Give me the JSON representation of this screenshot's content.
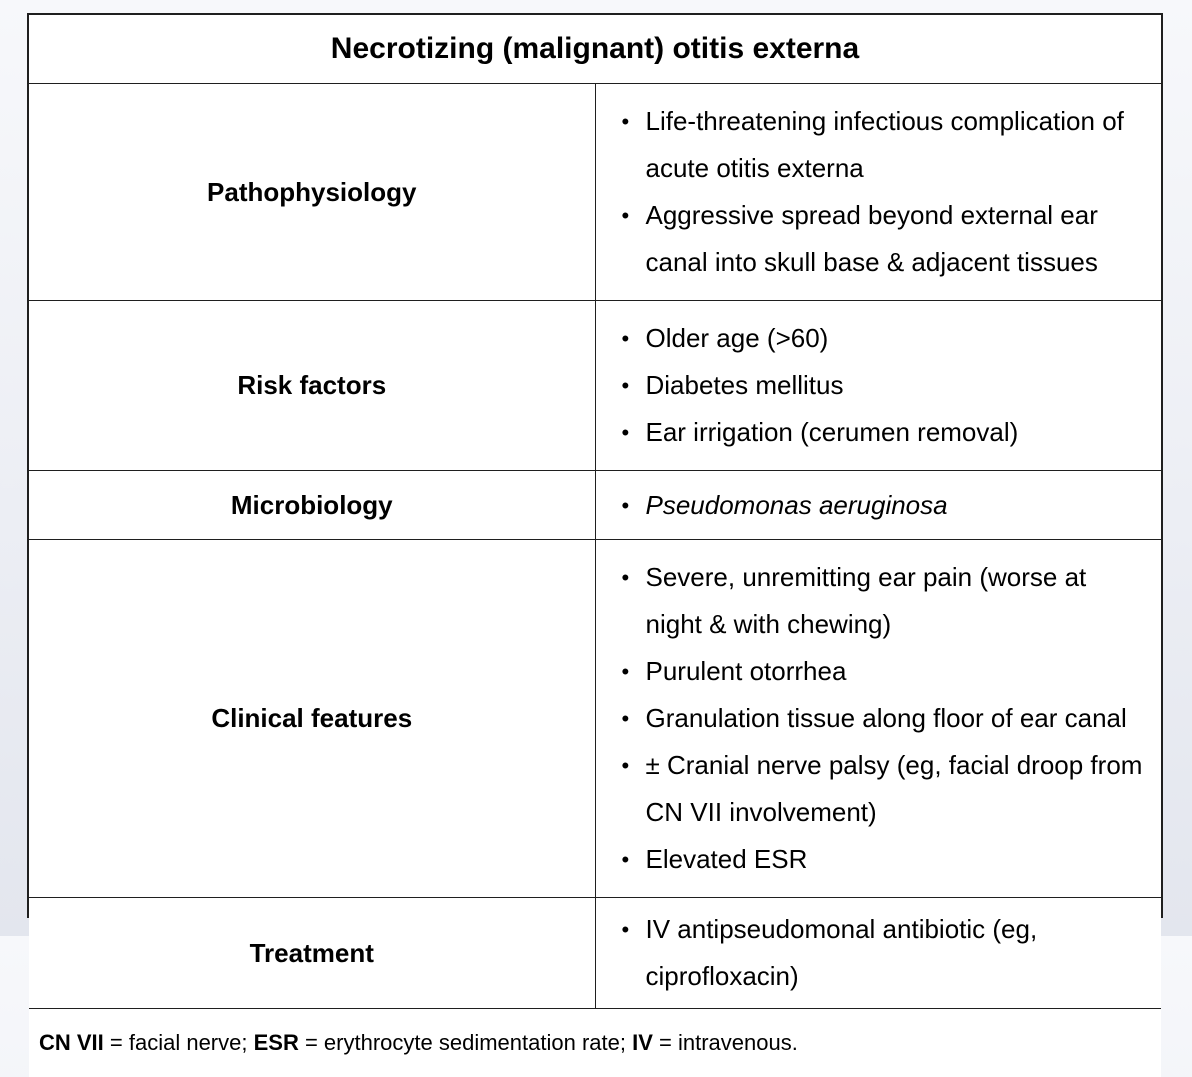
{
  "title": "Necrotizing (malignant) otitis externa",
  "rows": [
    {
      "label": "Pathophysiology",
      "items": [
        "Life-threatening infectious complication of acute otitis externa",
        "Aggressive spread beyond external ear canal into skull base & adjacent tissues"
      ]
    },
    {
      "label": "Risk factors",
      "items": [
        "Older age (>60)",
        "Diabetes mellitus",
        "Ear irrigation (cerumen removal)"
      ]
    },
    {
      "label": "Microbiology",
      "items": [
        "Pseudomonas aeruginosa"
      ]
    },
    {
      "label": "Clinical features",
      "items": [
        "Severe, unremitting ear pain (worse at night & with chewing)",
        "Purulent otorrhea",
        "Granulation tissue along floor of ear canal",
        "± Cranial nerve palsy (eg, facial droop from CN VII involvement)",
        "Elevated ESR"
      ]
    },
    {
      "label": "Treatment",
      "items": [
        "IV antipseudomonal antibiotic (eg, ciprofloxacin)"
      ]
    }
  ],
  "bullet": "•",
  "footnote": {
    "abbr1": "CN VII",
    "def1": " = facial nerve; ",
    "abbr2": "ESR",
    "def2": " = erythrocyte sedimentation rate; ",
    "abbr3": "IV",
    "def3": " = intravenous."
  }
}
